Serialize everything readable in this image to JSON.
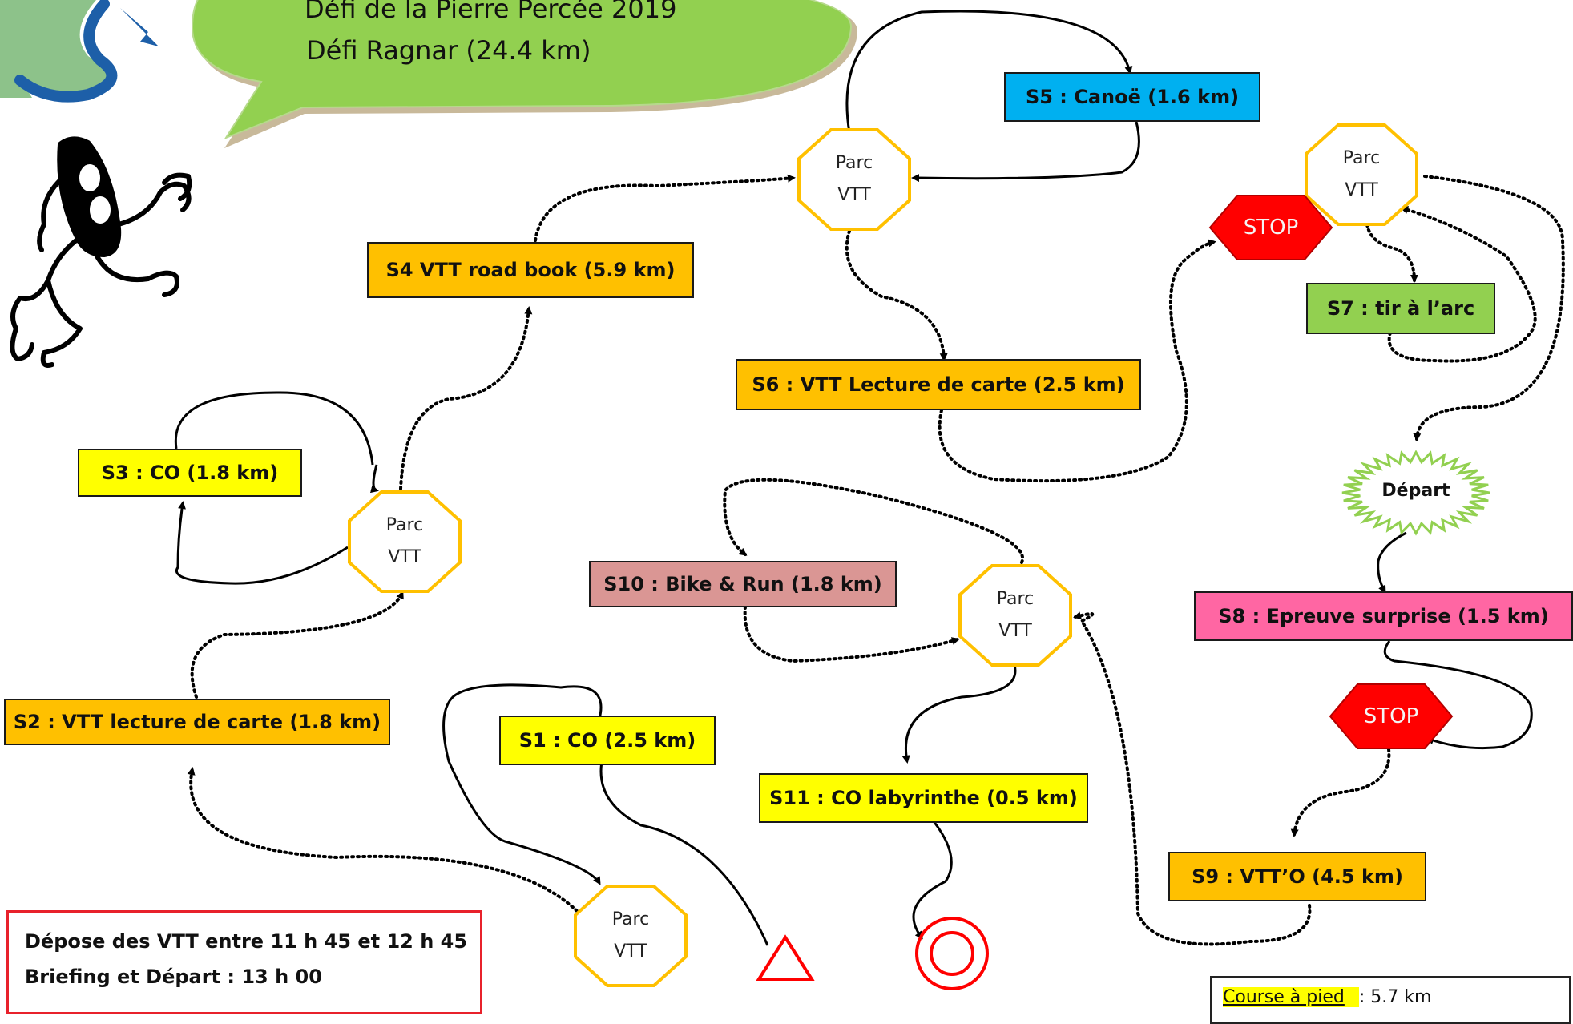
{
  "title": {
    "line1": "Défi de la Pierre Percée 2019",
    "line2": "Défi Ragnar (24.4 km)"
  },
  "logos": {
    "raid": "RAID",
    "runner_icon": "runner-icon"
  },
  "stages": {
    "s1": {
      "label": "S1 : CO (2.5 km)",
      "color": "#ffff00"
    },
    "s2": {
      "label": "S2 : VTT lecture de carte (1.8 km)",
      "color": "#ffc000"
    },
    "s3": {
      "label": "S3 : CO (1.8 km)",
      "color": "#ffff00"
    },
    "s4": {
      "label": "S4 VTT road book (5.9 km)",
      "color": "#ffc000"
    },
    "s5": {
      "label": "S5 : Canoë (1.6 km)",
      "color": "#00b0f0"
    },
    "s6": {
      "label": "S6 : VTT Lecture de carte (2.5 km)",
      "color": "#ffc000"
    },
    "s7": {
      "label": "S7 : tir à l’arc",
      "color": "#92d050"
    },
    "s8": {
      "label": "S8 : Epreuve surprise (1.5 km)",
      "color": "#ff66a3"
    },
    "s9": {
      "label": "S9 : VTT’O (4.5 km)",
      "color": "#ffc000"
    },
    "s10": {
      "label": "S10 : Bike & Run (1.8 km)",
      "color": "#da9694"
    },
    "s11": {
      "label": "S11 : CO labyrinthe (0.5 km)",
      "color": "#ffff00"
    }
  },
  "parc": {
    "line1": "Parc",
    "line2": "VTT"
  },
  "stop": "STOP",
  "start": "Départ",
  "info": {
    "line1": "Dépose des VTT entre 11 h 45 et 12 h 45",
    "line2": "Briefing et Départ : 13 h 00"
  },
  "legend": {
    "label": "Course à pied",
    "value": ": 5.7 km"
  },
  "colors": {
    "parc_border": "#ffc000",
    "stop_fill": "#ff0000",
    "start_burst": "#92d050",
    "bubble": "#92d050",
    "triangle": "#ff0000",
    "finish_circle": "#ff0000"
  }
}
